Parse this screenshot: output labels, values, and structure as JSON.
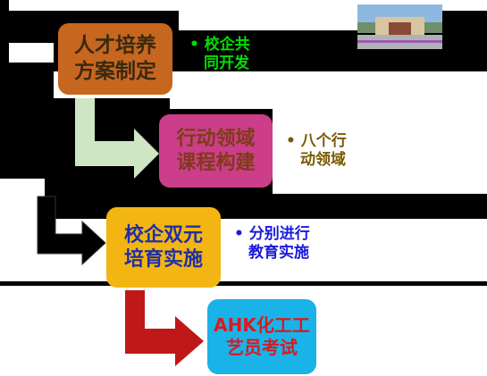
{
  "flow": {
    "steps": [
      {
        "title_line1": "人才培养",
        "title_line2": "方案制定",
        "note_line1": "• 校企共",
        "note_line2": "同开发",
        "box_color": "#c7661f",
        "note_color": "#00e000"
      },
      {
        "title_line1": "行动领域",
        "title_line2": "课程构建",
        "note_line1": "• 八个行",
        "note_line2": "动领域",
        "box_color": "#cc3d8a",
        "note_color": "#7a5a00"
      },
      {
        "title_line1": "校企双元",
        "title_line2": "培育实施",
        "note_line1": "• 分别进行",
        "note_line2": "教育实施",
        "box_color": "#f3b511",
        "note_color": "#1a1adb"
      },
      {
        "title_line1": "AHK化工工",
        "title_line2": "艺员考试",
        "box_color": "#1ab3e8"
      }
    ],
    "arrow_colors": [
      "#cfe6c4",
      "#000000",
      "#c01818"
    ]
  }
}
